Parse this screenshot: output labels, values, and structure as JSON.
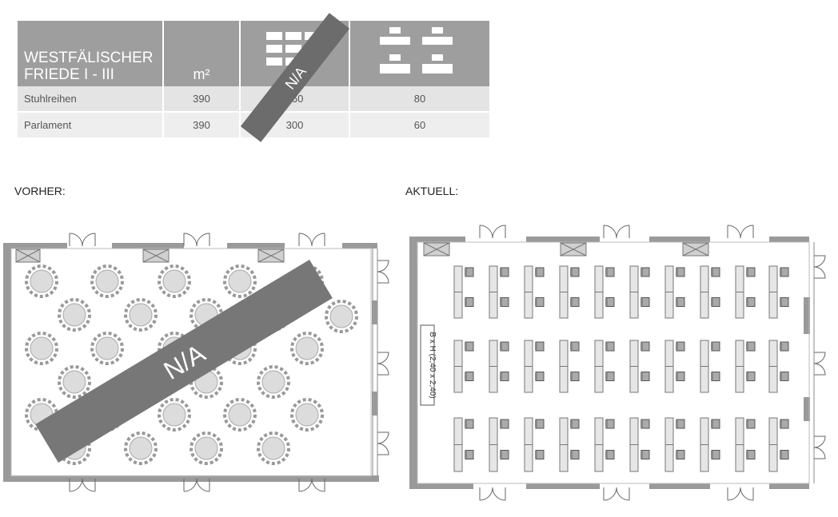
{
  "table": {
    "room_title_line1": "WESTFÄLISCHER",
    "room_title_line2": "FRIEDE I - III",
    "unit": "m²",
    "na_label": "N/A",
    "rows": [
      {
        "label": "Stuhlreihen",
        "m2": "390",
        "col2": "360",
        "col3": "80"
      },
      {
        "label": "Parlament",
        "m2": "390",
        "col2": "300",
        "col3": "60"
      }
    ]
  },
  "before": {
    "label": "VORHER:",
    "na_label": "N/A"
  },
  "current": {
    "label": "AKTUELL:",
    "dimension_label": "B x H (2,40 x 2,40)"
  }
}
